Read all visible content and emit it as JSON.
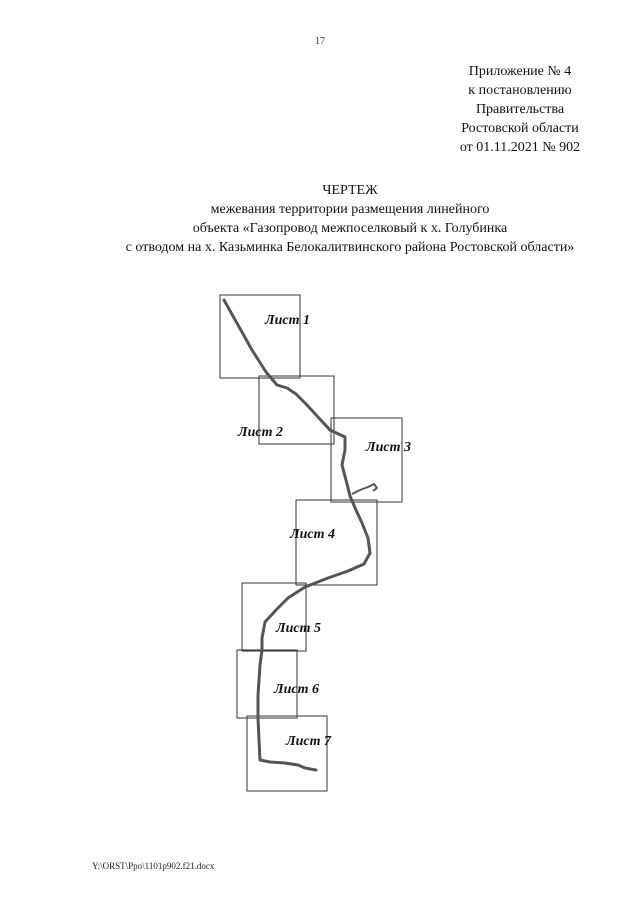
{
  "page_number": "17",
  "appendix": {
    "lines": [
      "Приложение № 4",
      "к постановлению",
      "Правительства",
      "Ростовской области",
      "от 01.11.2021 № 902"
    ]
  },
  "title": {
    "heading": "ЧЕРТЕЖ",
    "lines": [
      "межевания территории размещения линейного",
      "объекта «Газопровод межпоселковый к х. Голубинка",
      "с отводом на х. Казьминка Белокалитвинского района Ростовской области»"
    ]
  },
  "drawing": {
    "sheets": [
      {
        "label": "Лист 1"
      },
      {
        "label": "Лист 2"
      },
      {
        "label": "Лист 3"
      },
      {
        "label": "Лист 4"
      },
      {
        "label": "Лист 5"
      },
      {
        "label": "Лист 6"
      },
      {
        "label": "Лист 7"
      }
    ],
    "line_color": "#555555",
    "frame_color": "#333333"
  },
  "footer": {
    "file_path": "Y:\\ORST\\Ppo\\1101p902.f21.docx"
  }
}
